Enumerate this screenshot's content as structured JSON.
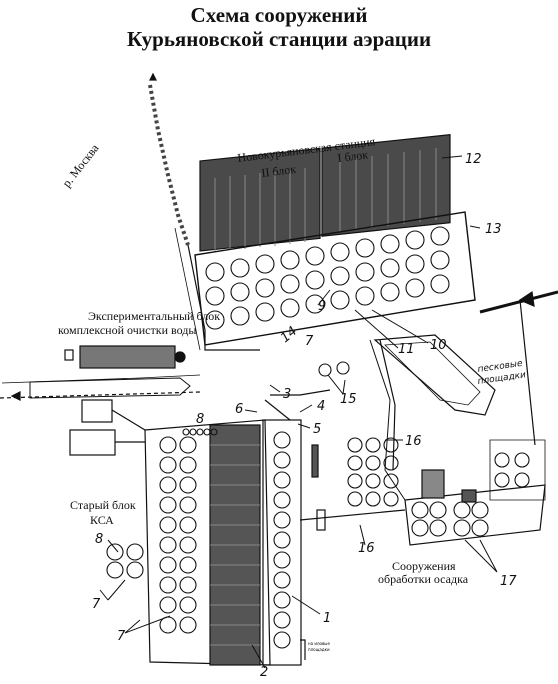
{
  "title": {
    "line1": "Схема  сооружений",
    "line2": "Курьяновской станции аэрации"
  },
  "labels": {
    "river": "р. Москва",
    "new_station": "Новокурьяновская станция",
    "block2": "II блок",
    "block1": "I блок",
    "exp_block_1": "Экспериментальный блок",
    "exp_block_2": "комплексной очистки воды",
    "old_block_1": "Старый блок",
    "old_block_2": "КСА",
    "sludge_1": "Сооружения",
    "sludge_2": "обработки осадка",
    "sand_1": "песковые",
    "sand_2": "площадки",
    "to_sites_1": "на иловые",
    "to_sites_2": "площадки"
  },
  "numbers": [
    "1",
    "2",
    "3",
    "4",
    "5",
    "6",
    "7",
    "7",
    "7",
    "8",
    "8",
    "9",
    "10",
    "11",
    "12",
    "13",
    "14",
    "15",
    "16",
    "16",
    "17"
  ]
}
